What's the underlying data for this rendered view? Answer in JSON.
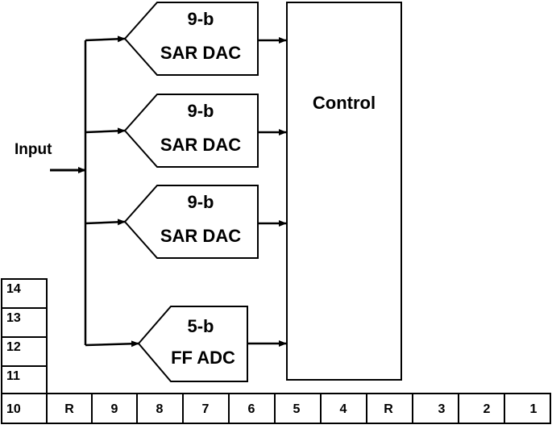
{
  "input_label": "Input",
  "control_label": "Control",
  "blocks": [
    {
      "line1": "9-b",
      "line2": "SAR DAC"
    },
    {
      "line1": "9-b",
      "line2": "SAR DAC"
    },
    {
      "line1": "9-b",
      "line2": "SAR DAC"
    },
    {
      "line1": "5-b",
      "line2": "FF ADC"
    }
  ],
  "bottom_row": [
    "10",
    "R",
    "9",
    "8",
    "7",
    "6",
    "5",
    "4",
    "R",
    "3",
    "2",
    "1"
  ],
  "left_column": [
    "14",
    "13",
    "12",
    "11"
  ]
}
